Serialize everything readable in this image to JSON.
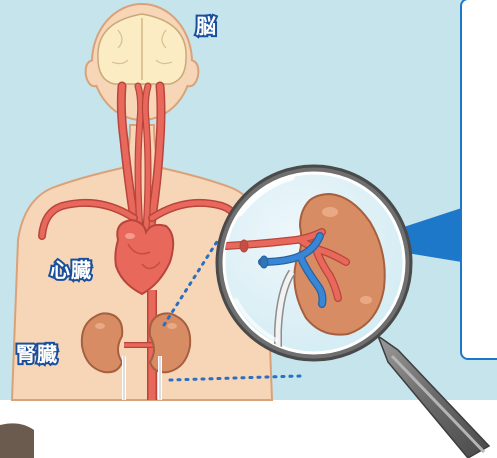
{
  "labels": {
    "brain": "脳",
    "heart": "心臓",
    "kidney": "腎臓"
  },
  "colors": {
    "background": "#c5e4ec",
    "body": "#f7d6b8",
    "body_outline": "#d9a27a",
    "artery": "#e8685c",
    "artery_outline": "#b8453c",
    "vein": "#3a86d6",
    "kidney": "#d88c64",
    "brain": "#fbecc3",
    "label_outline": "#1a4f9c",
    "callout_blue": "#1d78c9",
    "dotted_line": "#2a6fc0",
    "magnifier_handle": "#7d7d7d"
  },
  "icons": [
    "magnifying-glass-icon"
  ]
}
